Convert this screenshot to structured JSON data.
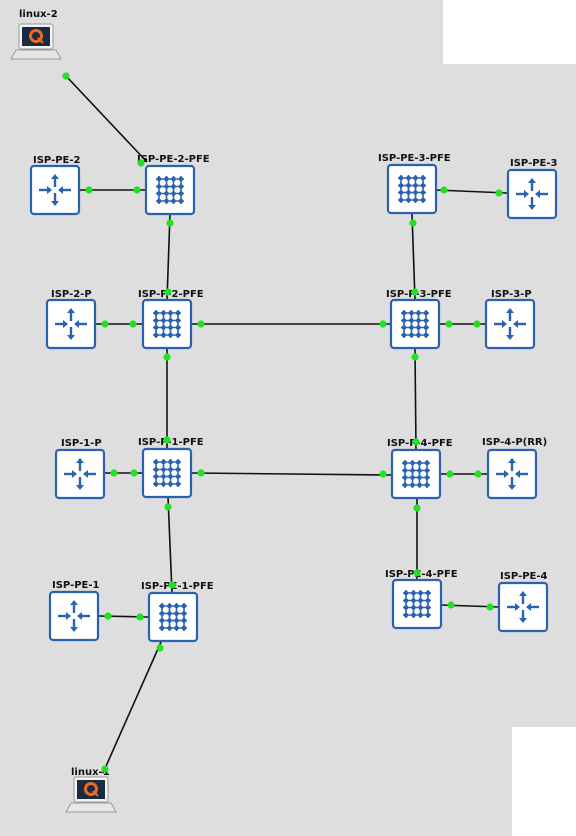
{
  "canvas": {
    "background": "#dedede",
    "link_color": "#111111",
    "port_color": "#22e022",
    "device_color": "#2a62b0"
  },
  "nodes": [
    {
      "id": "linux-2",
      "label": "linux-2",
      "type": "host-icon"
    },
    {
      "id": "isp-pe-2",
      "label": "ISP-PE-2",
      "type": "router-icon"
    },
    {
      "id": "isp-pe-2-pfe",
      "label": "ISP-PE-2-PFE",
      "type": "switch-fabric-icon"
    },
    {
      "id": "isp-pe-3-pfe",
      "label": "ISP-PE-3-PFE",
      "type": "switch-fabric-icon"
    },
    {
      "id": "isp-pe-3",
      "label": "ISP-PE-3",
      "type": "router-icon"
    },
    {
      "id": "isp-2-p",
      "label": "ISP-2-P",
      "type": "router-icon"
    },
    {
      "id": "isp-p-2-pfe",
      "label": "ISP-P-2-PFE",
      "type": "switch-fabric-icon"
    },
    {
      "id": "isp-p-3-pfe",
      "label": "ISP-P-3-PFE",
      "type": "switch-fabric-icon"
    },
    {
      "id": "isp-3-p",
      "label": "ISP-3-P",
      "type": "router-icon"
    },
    {
      "id": "isp-1-p",
      "label": "ISP-1-P",
      "type": "router-icon"
    },
    {
      "id": "isp-p-1-pfe",
      "label": "ISP-P-1-PFE",
      "type": "switch-fabric-icon"
    },
    {
      "id": "isp-p-4-pfe",
      "label": "ISP-P-4-PFE",
      "type": "switch-fabric-icon"
    },
    {
      "id": "isp-4-p-rr",
      "label": "ISP-4-P(RR)",
      "type": "router-icon"
    },
    {
      "id": "isp-pe-1",
      "label": "ISP-PE-1",
      "type": "router-icon"
    },
    {
      "id": "isp-pe-1-pfe",
      "label": "ISP-PE-1-PFE",
      "type": "switch-fabric-icon"
    },
    {
      "id": "isp-pe-4-pfe",
      "label": "ISP-PE-4-PFE",
      "type": "switch-fabric-icon"
    },
    {
      "id": "isp-pe-4",
      "label": "ISP-PE-4",
      "type": "router-icon"
    },
    {
      "id": "linux-1",
      "label": "linux-1",
      "type": "host-icon"
    }
  ],
  "links": [
    [
      "linux-2",
      "isp-pe-2-pfe"
    ],
    [
      "isp-pe-2",
      "isp-pe-2-pfe"
    ],
    [
      "isp-pe-2-pfe",
      "isp-p-2-pfe"
    ],
    [
      "isp-pe-3-pfe",
      "isp-pe-3"
    ],
    [
      "isp-pe-3-pfe",
      "isp-p-3-pfe"
    ],
    [
      "isp-2-p",
      "isp-p-2-pfe"
    ],
    [
      "isp-p-2-pfe",
      "isp-p-3-pfe"
    ],
    [
      "isp-p-3-pfe",
      "isp-3-p"
    ],
    [
      "isp-p-2-pfe",
      "isp-p-1-pfe"
    ],
    [
      "isp-p-3-pfe",
      "isp-p-4-pfe"
    ],
    [
      "isp-1-p",
      "isp-p-1-pfe"
    ],
    [
      "isp-p-1-pfe",
      "isp-p-4-pfe"
    ],
    [
      "isp-p-4-pfe",
      "isp-4-p-rr"
    ],
    [
      "isp-p-1-pfe",
      "isp-pe-1-pfe"
    ],
    [
      "isp-p-4-pfe",
      "isp-pe-4-pfe"
    ],
    [
      "isp-pe-1",
      "isp-pe-1-pfe"
    ],
    [
      "isp-pe-4-pfe",
      "isp-pe-4"
    ],
    [
      "isp-pe-1-pfe",
      "linux-1"
    ]
  ]
}
